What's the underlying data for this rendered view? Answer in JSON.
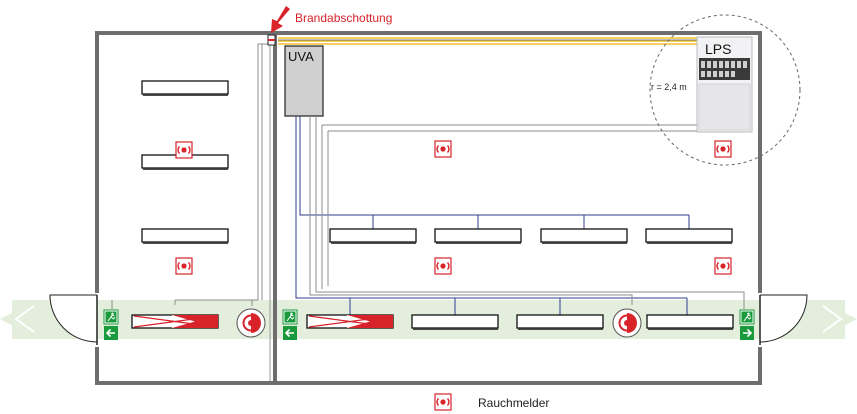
{
  "labels": {
    "brandabschottung": "Brandabschottung",
    "uva": "UVA",
    "lps": "LPS",
    "radius": "r = 2,4 m",
    "legend_rauchmelder": "Rauchmelder"
  },
  "colors": {
    "wall": "#6e6e6e",
    "red": "#d8232a",
    "cable_blue": "#2f3f8f",
    "cable_yellow": "#f2c230",
    "corridor_green": "#e3efdc",
    "exit_green": "#1a9a3c",
    "uva_fill": "#cfcfcf"
  },
  "icons": {
    "smoke_detector": "smoke-detector-icon",
    "exit_sign": "exit-sign-icon",
    "arrow": "arrow-down-icon",
    "emergency_spot": "emergency-spot-icon",
    "door": "door-icon"
  }
}
